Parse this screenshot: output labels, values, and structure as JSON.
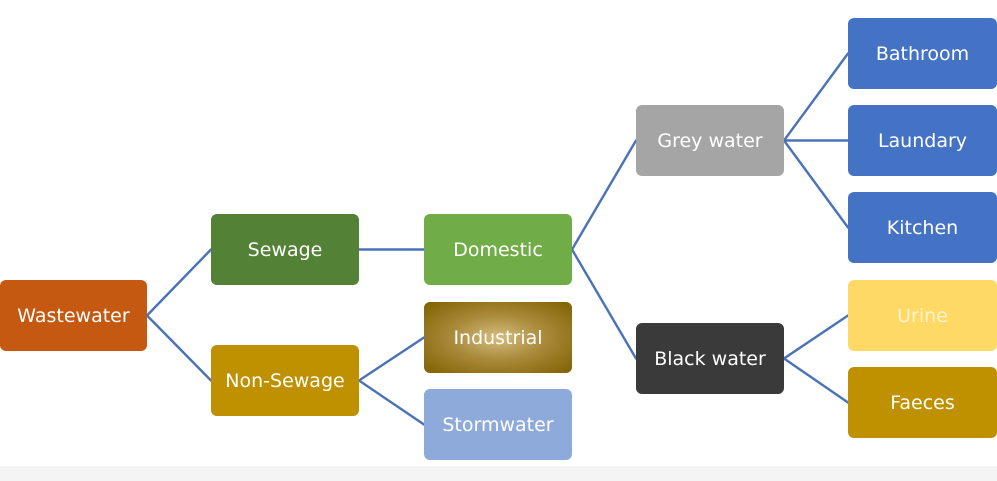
{
  "diagram": {
    "nodes": {
      "wastewater": {
        "label": "Wastewater",
        "fill": "#c65911",
        "text_color": "#ffffff"
      },
      "sewage": {
        "label": "Sewage",
        "fill": "#538135",
        "text_color": "#ffffff"
      },
      "non_sewage": {
        "label": "Non-Sewage",
        "fill": "#bf9000",
        "text_color": "#ffffff"
      },
      "domestic": {
        "label": "Domestic",
        "fill": "#70ad47",
        "text_color": "#ffffff"
      },
      "industrial": {
        "label": "Industrial",
        "fill": "#7f6000",
        "text_color": "#ffffff"
      },
      "stormwater": {
        "label": "Stormwater",
        "fill": "#8eaadb",
        "text_color": "#ffffff"
      },
      "grey_water": {
        "label": "Grey water",
        "fill": "#a5a5a5",
        "text_color": "#ffffff"
      },
      "black_water": {
        "label": "Black water",
        "fill": "#3a3a3a",
        "text_color": "#ffffff"
      },
      "bathroom": {
        "label": "Bathroom",
        "fill": "#4472c4",
        "text_color": "#ffffff"
      },
      "laundary": {
        "label": "Laundary",
        "fill": "#4472c4",
        "text_color": "#ffffff"
      },
      "kitchen": {
        "label": "Kitchen",
        "fill": "#4472c4",
        "text_color": "#ffffff"
      },
      "urine": {
        "label": "Urine",
        "fill": "#ffd966",
        "text_color": "#fff3cf"
      },
      "faeces": {
        "label": "Faeces",
        "fill": "#bf9000",
        "text_color": "#ffffff"
      }
    },
    "edges": [
      [
        "wastewater",
        "sewage"
      ],
      [
        "wastewater",
        "non_sewage"
      ],
      [
        "sewage",
        "domestic"
      ],
      [
        "non_sewage",
        "industrial"
      ],
      [
        "non_sewage",
        "stormwater"
      ],
      [
        "domestic",
        "grey_water"
      ],
      [
        "domestic",
        "black_water"
      ],
      [
        "grey_water",
        "bathroom"
      ],
      [
        "grey_water",
        "laundary"
      ],
      [
        "grey_water",
        "kitchen"
      ],
      [
        "black_water",
        "urine"
      ],
      [
        "black_water",
        "faeces"
      ]
    ],
    "connector_color": "#4a72b8",
    "industrial_style": "radial-glow"
  }
}
